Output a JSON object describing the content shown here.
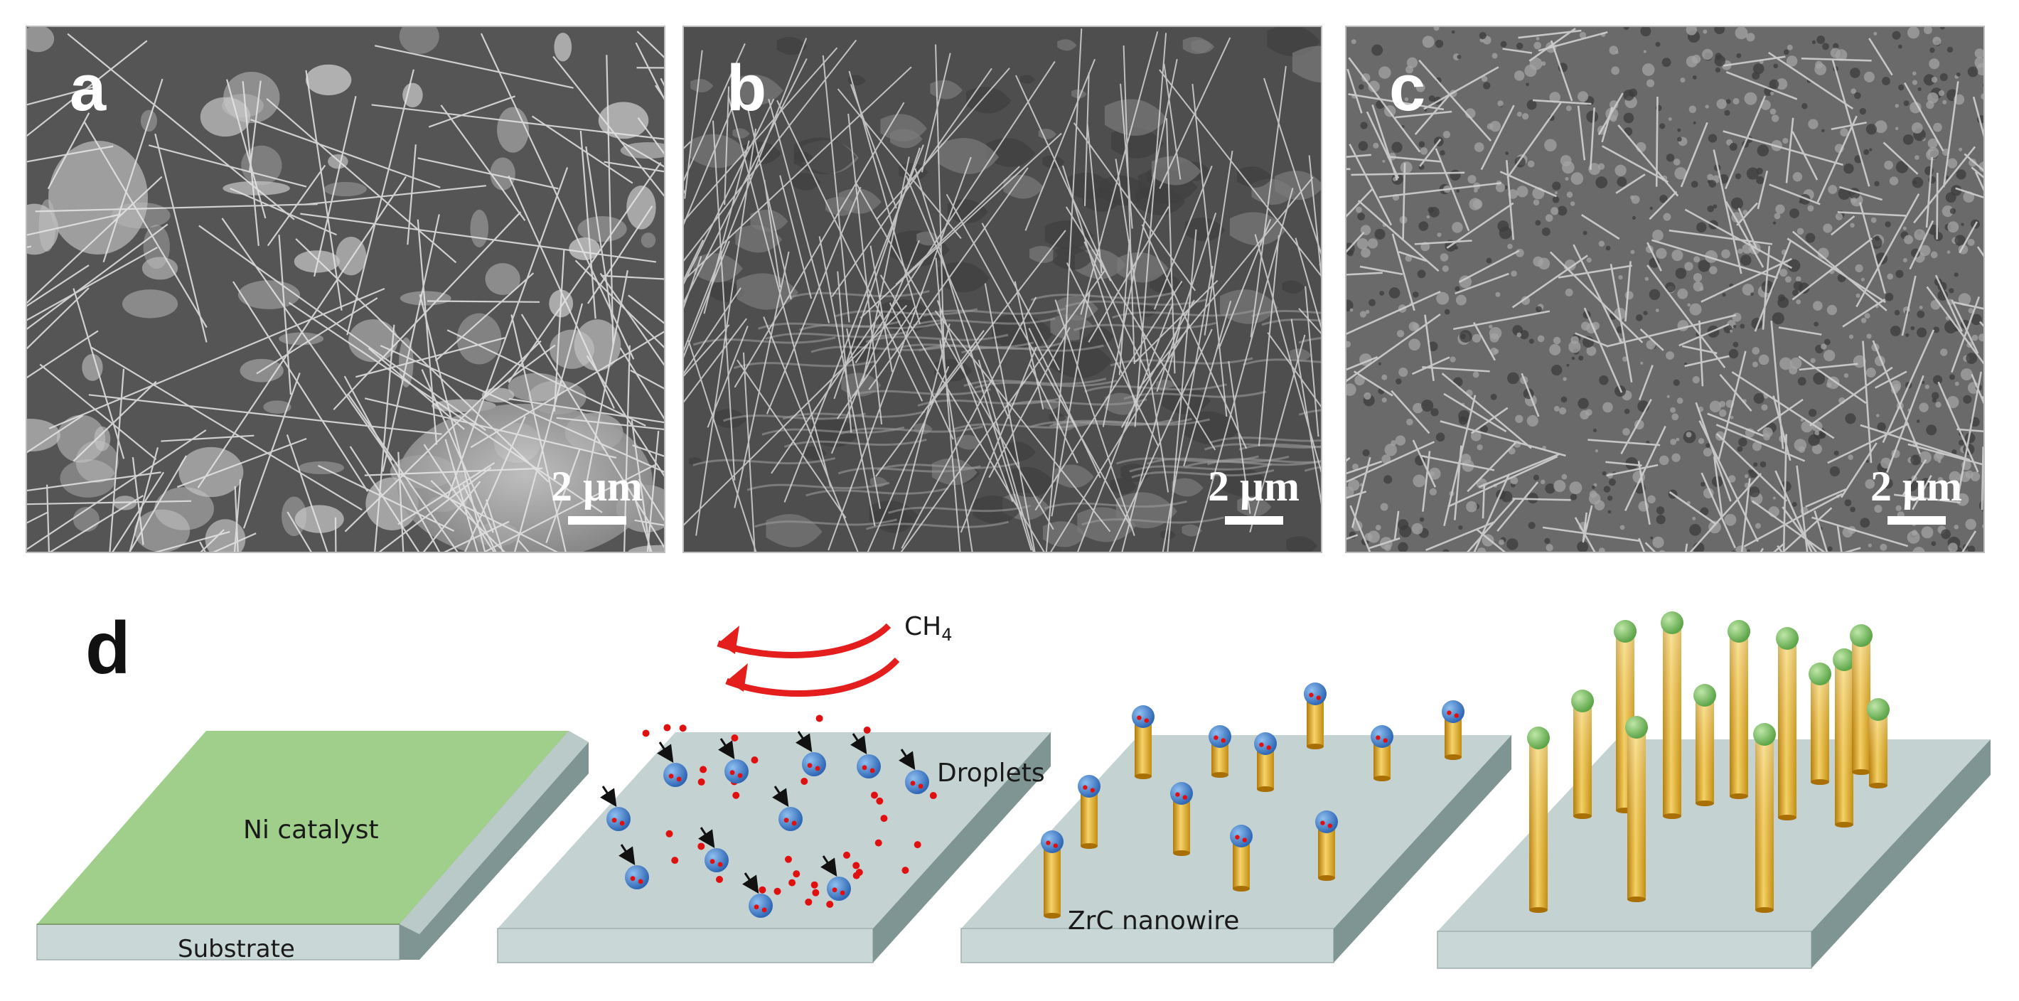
{
  "panels": [
    {
      "letter": "a",
      "scale_label": "2 μm"
    },
    {
      "letter": "b",
      "scale_label": "2 μm"
    },
    {
      "letter": "c",
      "scale_label": "2 μm"
    }
  ],
  "schematic": {
    "letter": "d",
    "ni_catalyst_label": "Ni catalyst",
    "substrate_label": "Substrate",
    "gas_label_main": "CH",
    "gas_label_sub": "4",
    "droplets_label": "Droplets",
    "nanowire_label": "ZrC  nanowire"
  },
  "colors": {
    "catalyst_green": "#9fcf8a",
    "substrate_top": "#c4d3d2",
    "substrate_side": "#7f9594",
    "droplet_blue": "#3e7fce",
    "red_dots": "#e01010",
    "arrow_red": "#e41d1d",
    "nanowire_gold": "#e6b21f",
    "tip_green": "#7dc06b"
  }
}
